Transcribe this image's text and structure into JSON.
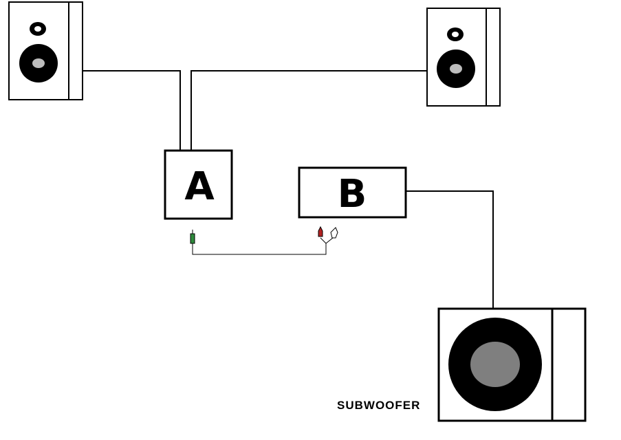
{
  "diagram": {
    "box_a": {
      "label": "A"
    },
    "box_b": {
      "label": "B"
    },
    "subwoofer": {
      "label": "SUBWOOFER"
    },
    "icons": {
      "left_speaker": "speaker-icon",
      "right_speaker": "speaker-icon",
      "subwoofer": "subwoofer-icon",
      "rca_green": "rca-plug-icon",
      "rca_red": "rca-plug-icon",
      "rca_white": "rca-plug-icon"
    },
    "colors": {
      "line": "#000000",
      "speaker_cone": "#000000",
      "dust_cap": "#bdbdbd",
      "sub_cone_inner": "#7f7f7f",
      "rca_green": "#2e8b3d",
      "rca_red": "#b22222",
      "rca_white": "#ffffff"
    }
  }
}
